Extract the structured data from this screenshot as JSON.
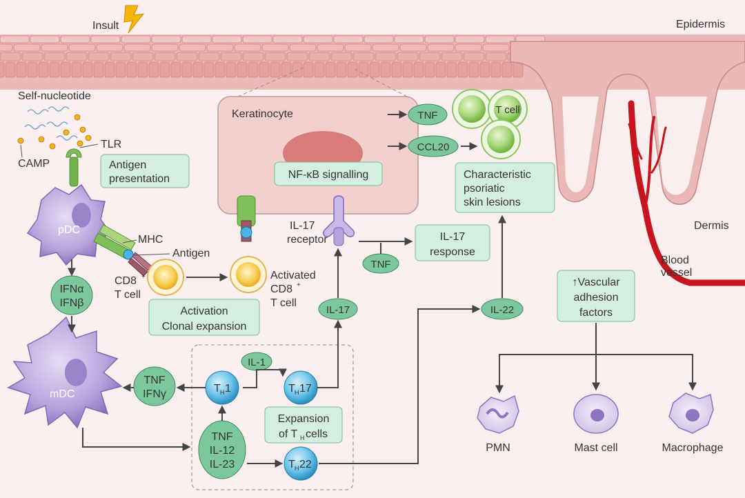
{
  "top": {
    "insult": "Insult",
    "epidermis": "Epidermis",
    "dermis": "Dermis",
    "blood_vessel_line1": "Blood",
    "blood_vessel_line2": "vessel"
  },
  "left": {
    "self_nucleotide": "Self-nucleotide",
    "tlr": "TLR",
    "camp": "CAMP",
    "antigen_presentation_line1": "Antigen",
    "antigen_presentation_line2": "presentation",
    "pdc": "pDC",
    "mhc": "MHC",
    "antigen": "Antigen",
    "cd8_line1": "CD8",
    "cd8_line2": "T cell",
    "ifn_alpha": "IFNα",
    "ifn_beta": "IFNβ",
    "mdc": "mDC",
    "tnf_ifng_line1": "TNF",
    "tnf_ifng_line2": "IFNγ"
  },
  "middle": {
    "keratinocyte": "Keratinocyte",
    "nfkb": "NF-κB signalling",
    "activated_line1": "Activated",
    "activated_line2": "CD8",
    "activated_line3": "T cell",
    "activation_line1": "Activation",
    "activation_line2": "Clonal expansion",
    "il17_receptor_line1": "IL-17",
    "il17_receptor_line2": "receptor",
    "tnf_small": "TNF",
    "il17": "IL-17",
    "il17_response_line1": "IL-17",
    "il17_response_line2": "response",
    "il1": "IL-1",
    "th1": "1",
    "th17": "17",
    "th22": "22",
    "th_letter": "T",
    "th_sub": "H",
    "cytokines_line1": "TNF",
    "cytokines_line2": "IL-12",
    "cytokines_line3": "IL-23",
    "expansion_line1": "Expansion",
    "expansion_line2": "of T",
    "expansion_line2_sub": "H",
    "expansion_line2_tail": " cells"
  },
  "right": {
    "tnf": "TNF",
    "ccl20": "CCL20",
    "tcell": "T cell",
    "lesions_line1": "Characteristic",
    "lesions_line2": "psoriatic",
    "lesions_line3": "skin lesions",
    "il22": "IL-22",
    "vascular_line1": "↑Vascular",
    "vascular_line2": "adhesion",
    "vascular_line3": "factors",
    "pmn": "PMN",
    "mast_cell": "Mast cell",
    "macrophage": "Macrophage"
  }
}
